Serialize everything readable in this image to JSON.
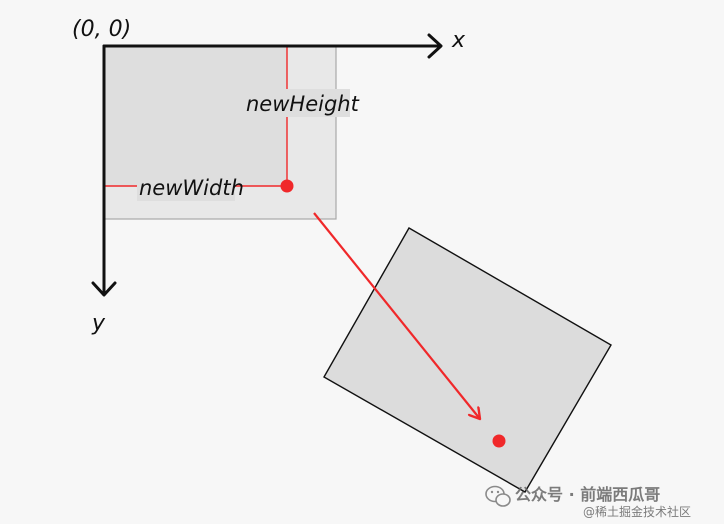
{
  "labels": {
    "origin": "(0, 0)",
    "x_axis": "x",
    "y_axis": "y",
    "new_height": "newHeight",
    "new_width": "newWidth"
  },
  "watermark": {
    "line1": "公众号 · 前端西瓜哥",
    "line2": "@稀土掘金技术社区"
  },
  "colors": {
    "axis": "#111111",
    "rect_fill": "#dcdcdc",
    "rect_stroke": "#9e9e9e",
    "rotated_rect_stroke": "#111111",
    "accent_red": "#f0282a"
  }
}
